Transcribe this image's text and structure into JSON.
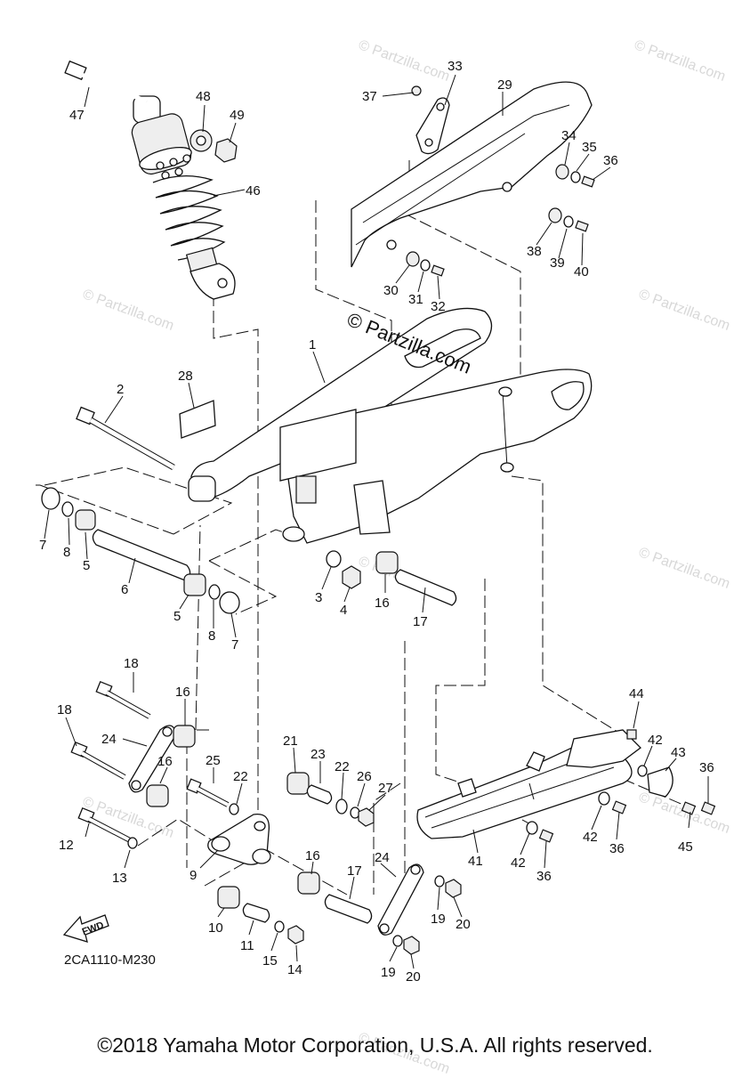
{
  "diagram": {
    "copyright": "©2018 Yamaha Motor Corporation, U.S.A. All rights reserved.",
    "reference_code": "2CA1110-M230",
    "watermark": "© Partzilla.com",
    "center_mark": "© Partzilla.com",
    "fwd_label": "FWD",
    "callouts": [
      {
        "id": "c1",
        "label": "1"
      },
      {
        "id": "c2",
        "label": "2"
      },
      {
        "id": "c3",
        "label": "3"
      },
      {
        "id": "c4",
        "label": "4"
      },
      {
        "id": "c5a",
        "label": "5"
      },
      {
        "id": "c5b",
        "label": "5"
      },
      {
        "id": "c6",
        "label": "6"
      },
      {
        "id": "c7a",
        "label": "7"
      },
      {
        "id": "c7b",
        "label": "7"
      },
      {
        "id": "c8a",
        "label": "8"
      },
      {
        "id": "c8b",
        "label": "8"
      },
      {
        "id": "c9",
        "label": "9"
      },
      {
        "id": "c10",
        "label": "10"
      },
      {
        "id": "c11",
        "label": "11"
      },
      {
        "id": "c12",
        "label": "12"
      },
      {
        "id": "c13",
        "label": "13"
      },
      {
        "id": "c14",
        "label": "14"
      },
      {
        "id": "c15",
        "label": "15"
      },
      {
        "id": "c16a",
        "label": "16"
      },
      {
        "id": "c16b",
        "label": "16"
      },
      {
        "id": "c16c",
        "label": "16"
      },
      {
        "id": "c16d",
        "label": "16"
      },
      {
        "id": "c17a",
        "label": "17"
      },
      {
        "id": "c17b",
        "label": "17"
      },
      {
        "id": "c18a",
        "label": "18"
      },
      {
        "id": "c18b",
        "label": "18"
      },
      {
        "id": "c19a",
        "label": "19"
      },
      {
        "id": "c19b",
        "label": "19"
      },
      {
        "id": "c20a",
        "label": "20"
      },
      {
        "id": "c20b",
        "label": "20"
      },
      {
        "id": "c21",
        "label": "21"
      },
      {
        "id": "c22a",
        "label": "22"
      },
      {
        "id": "c22b",
        "label": "22"
      },
      {
        "id": "c23",
        "label": "23"
      },
      {
        "id": "c24a",
        "label": "24"
      },
      {
        "id": "c24b",
        "label": "24"
      },
      {
        "id": "c25",
        "label": "25"
      },
      {
        "id": "c26",
        "label": "26"
      },
      {
        "id": "c27",
        "label": "27"
      },
      {
        "id": "c28",
        "label": "28"
      },
      {
        "id": "c29",
        "label": "29"
      },
      {
        "id": "c30",
        "label": "30"
      },
      {
        "id": "c31",
        "label": "31"
      },
      {
        "id": "c32",
        "label": "32"
      },
      {
        "id": "c33",
        "label": "33"
      },
      {
        "id": "c34",
        "label": "34"
      },
      {
        "id": "c35",
        "label": "35"
      },
      {
        "id": "c36a",
        "label": "36"
      },
      {
        "id": "c36b",
        "label": "36"
      },
      {
        "id": "c36c",
        "label": "36"
      },
      {
        "id": "c36d",
        "label": "36"
      },
      {
        "id": "c37",
        "label": "37"
      },
      {
        "id": "c38",
        "label": "38"
      },
      {
        "id": "c39",
        "label": "39"
      },
      {
        "id": "c40",
        "label": "40"
      },
      {
        "id": "c41",
        "label": "41"
      },
      {
        "id": "c42a",
        "label": "42"
      },
      {
        "id": "c42b",
        "label": "42"
      },
      {
        "id": "c42c",
        "label": "42"
      },
      {
        "id": "c43",
        "label": "43"
      },
      {
        "id": "c44",
        "label": "44"
      },
      {
        "id": "c45",
        "label": "45"
      },
      {
        "id": "c46",
        "label": "46"
      },
      {
        "id": "c47",
        "label": "47"
      },
      {
        "id": "c48",
        "label": "48"
      },
      {
        "id": "c49",
        "label": "49"
      }
    ]
  }
}
